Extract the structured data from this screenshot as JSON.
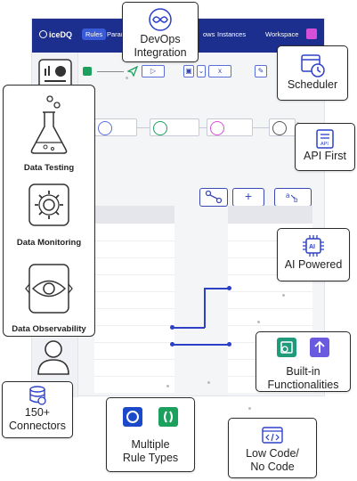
{
  "app": {
    "brand": "iceDQ",
    "nav": {
      "rules": "Rules",
      "params": "Param",
      "flows": "ows",
      "instances": "Instances",
      "workspace": "Workspace"
    },
    "toolbar_x": "x"
  },
  "features": [
    {
      "label": "Data Testing",
      "icon": "flask-icon"
    },
    {
      "label": "Data Monitoring",
      "icon": "gear-monitor-icon"
    },
    {
      "label": "Data Observability",
      "icon": "eye-icon"
    }
  ],
  "cards": {
    "devops": "DevOps\nIntegration",
    "scheduler": "Scheduler",
    "api_first": "API First",
    "api_tag": "API",
    "ai_powered": "AI Powered",
    "ai_tag": "AI",
    "builtin": "Built-in\nFunctionalities",
    "connectors": "150+\nConnectors",
    "rule_types": "Multiple\nRule Types",
    "low_code": "Low Code/\nNo Code"
  },
  "colors": {
    "brand_navy": "#1c2f8e",
    "accent_blue": "#2c40c8",
    "green": "#1ca05d",
    "purple": "#6a5ae0",
    "teal": "#1f9a7a"
  }
}
